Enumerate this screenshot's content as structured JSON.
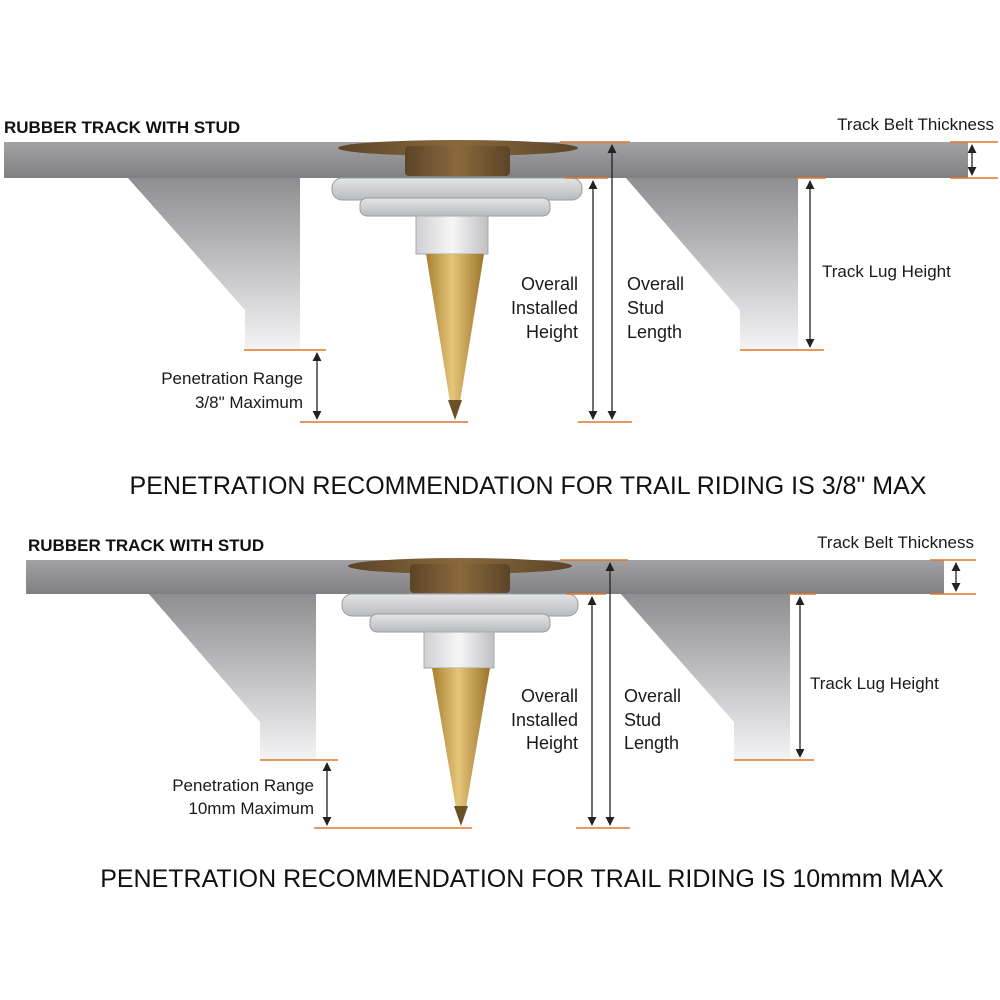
{
  "panels": [
    {
      "title": "RUBBER TRACK WITH STUD",
      "belt_label": "Track Belt Thickness",
      "lug_label": "Track Lug Height",
      "installed_label": [
        "Overall",
        "Installed",
        "Height"
      ],
      "stud_label": [
        "Overall",
        "Stud",
        "Length"
      ],
      "penetration_label": [
        "Penetration Range",
        "3/8\" Maximum"
      ],
      "caption": "PENETRATION RECOMMENDATION FOR TRAIL RIDING IS 3/8\" MAX"
    },
    {
      "title": "RUBBER TRACK WITH STUD",
      "belt_label": "Track Belt Thickness",
      "lug_label": "Track Lug Height",
      "installed_label": [
        "Overall",
        "Installed",
        "Height"
      ],
      "stud_label": [
        "Overall",
        "Stud",
        "Length"
      ],
      "penetration_label": [
        "Penetration Range",
        "10mm Maximum"
      ],
      "caption": "PENETRATION RECOMMENDATION FOR TRAIL RIDING IS 10mmm MAX"
    }
  ],
  "colors": {
    "track": "#8e8e90",
    "lug_light": "#f2f2f4",
    "stud_brass": "#c9a04e",
    "washer": "#6d5535",
    "dimension_orange": "#e0762a"
  }
}
